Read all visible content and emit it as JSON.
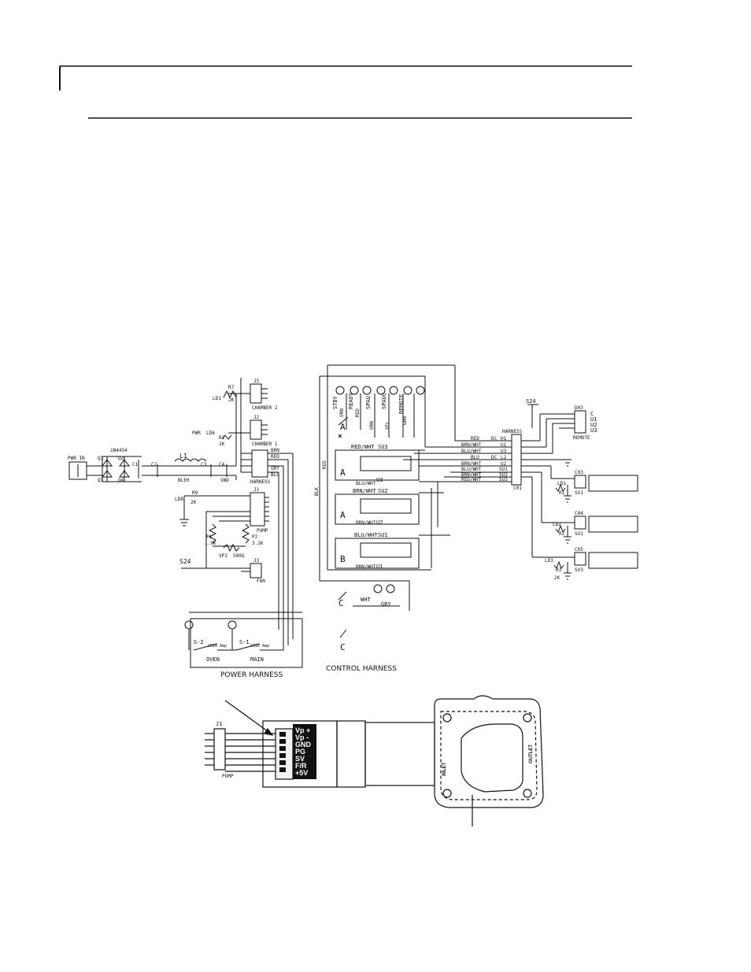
{
  "page": {
    "sheet_title": "",
    "caption_top": "",
    "caption_bottom": ""
  },
  "schematic": {
    "power_harness_label": "POWER HARNESS",
    "control_harness_label": "CONTROL HARNESS",
    "left_board": {
      "connector_pwr_in": "PWR IN",
      "bridge": "1N4454",
      "q_labels": [
        "Q1",
        "Q2",
        "Q3",
        "Q4"
      ],
      "c_labels": [
        "C1",
        "C2",
        "C3",
        "C4"
      ],
      "inductor": "L1",
      "inductor_value": "BLEH",
      "ld_labels": [
        "LD1",
        "LD6",
        "LD8"
      ],
      "r_labels": [
        "R7",
        "R3",
        "R9"
      ],
      "r_values": [
        "2K",
        "2K",
        "2K"
      ],
      "j_labels": [
        "J5",
        "J2",
        "J1",
        "J3"
      ],
      "chamber2": "CHAMBER 2",
      "chamber1": "CHAMBER 1",
      "harness_conn": "HARNESS",
      "pump_conn": "PUMP",
      "fan_conn": "FAN",
      "harness_wires": [
        "BRN",
        "RED",
        "GRY",
        "BLU"
      ],
      "gnd_label": "GND",
      "pwr_label": "PWR",
      "p1": "P1",
      "p2": "P2",
      "p1_val": "1.9K",
      "p2_val": "3.2K",
      "vp1": "VP1",
      "vp1_val": "500Ω",
      "s24": "S24",
      "sw_oven": "S-2",
      "sw_main": "S-1",
      "sw_oven_rating": "CR28 Amp",
      "sw_main_rating": "CR16 Amp",
      "oven": "OVEN",
      "main": "MAIN"
    },
    "control": {
      "lamp_labels": [
        "STBY",
        "READY",
        "SPAU",
        "SPAUC",
        "REMOTE"
      ],
      "wire_colors": [
        "ORN",
        "RED",
        "ORN",
        "YEL",
        "GRN"
      ],
      "blk": "BLK",
      "red": "RED",
      "relays": [
        {
          "switch": "A",
          "coil": "SU3",
          "wire": "RED/WHT",
          "unit": "U3",
          "sub": "BLU/WHT"
        },
        {
          "switch": "A",
          "coil": "SU2",
          "wire": "BRN/WHT",
          "unit": "U2",
          "sub": "BRN/WHT"
        },
        {
          "switch": "B",
          "coil": "SU1",
          "wire": "BLU/WHT",
          "unit": "U1",
          "sub": "BRN/WHT"
        }
      ],
      "c_switch": "C",
      "wht": "WHT",
      "gry": "GRY"
    },
    "right_board": {
      "s24": "S24",
      "harness_conn": "HARNESS",
      "c01": "C01",
      "d03": "D03",
      "remote": "REMOTE",
      "remote_pins": [
        "C",
        "U1",
        "U2",
        "U3"
      ],
      "wire_rows": [
        {
          "color": "RED",
          "sig": "DC",
          "id": "H1"
        },
        {
          "color": "BRN/WHT",
          "sig": "",
          "id": "U1"
        },
        {
          "color": "BLU/WHT",
          "sig": "",
          "id": "U3"
        },
        {
          "color": "BLU",
          "sig": "DC",
          "id": "L2"
        },
        {
          "color": "BRN/WHT",
          "sig": "",
          "id": "U2"
        },
        {
          "color": "BLU/WHT",
          "sig": "",
          "id": "SU1"
        },
        {
          "color": "BRN/WHT",
          "sig": "",
          "id": "SU2"
        },
        {
          "color": "RED/WHT",
          "sig": "",
          "id": "SU3"
        }
      ],
      "valve_conns": [
        "C03",
        "C04",
        "C05"
      ],
      "valve_leds": [
        "LD1",
        "LD2",
        "LD3"
      ],
      "valve_r": [
        "R1",
        "R2",
        "R3"
      ],
      "valve_r_val": "2K",
      "valve_names": [
        "SV1",
        "SV2",
        "SV3"
      ]
    },
    "pump_drawing": {
      "j1": "J1",
      "pump": "PUMP",
      "pins": [
        "Vp +",
        "Vp -",
        "GND",
        "PG",
        "SV",
        "F/R",
        "+5V"
      ],
      "inlet": "INLET",
      "outlet": "OUTLET"
    }
  },
  "colors": {
    "ink": "#111111",
    "paper": "#ffffff",
    "body_fill": "#f2f2f2"
  }
}
